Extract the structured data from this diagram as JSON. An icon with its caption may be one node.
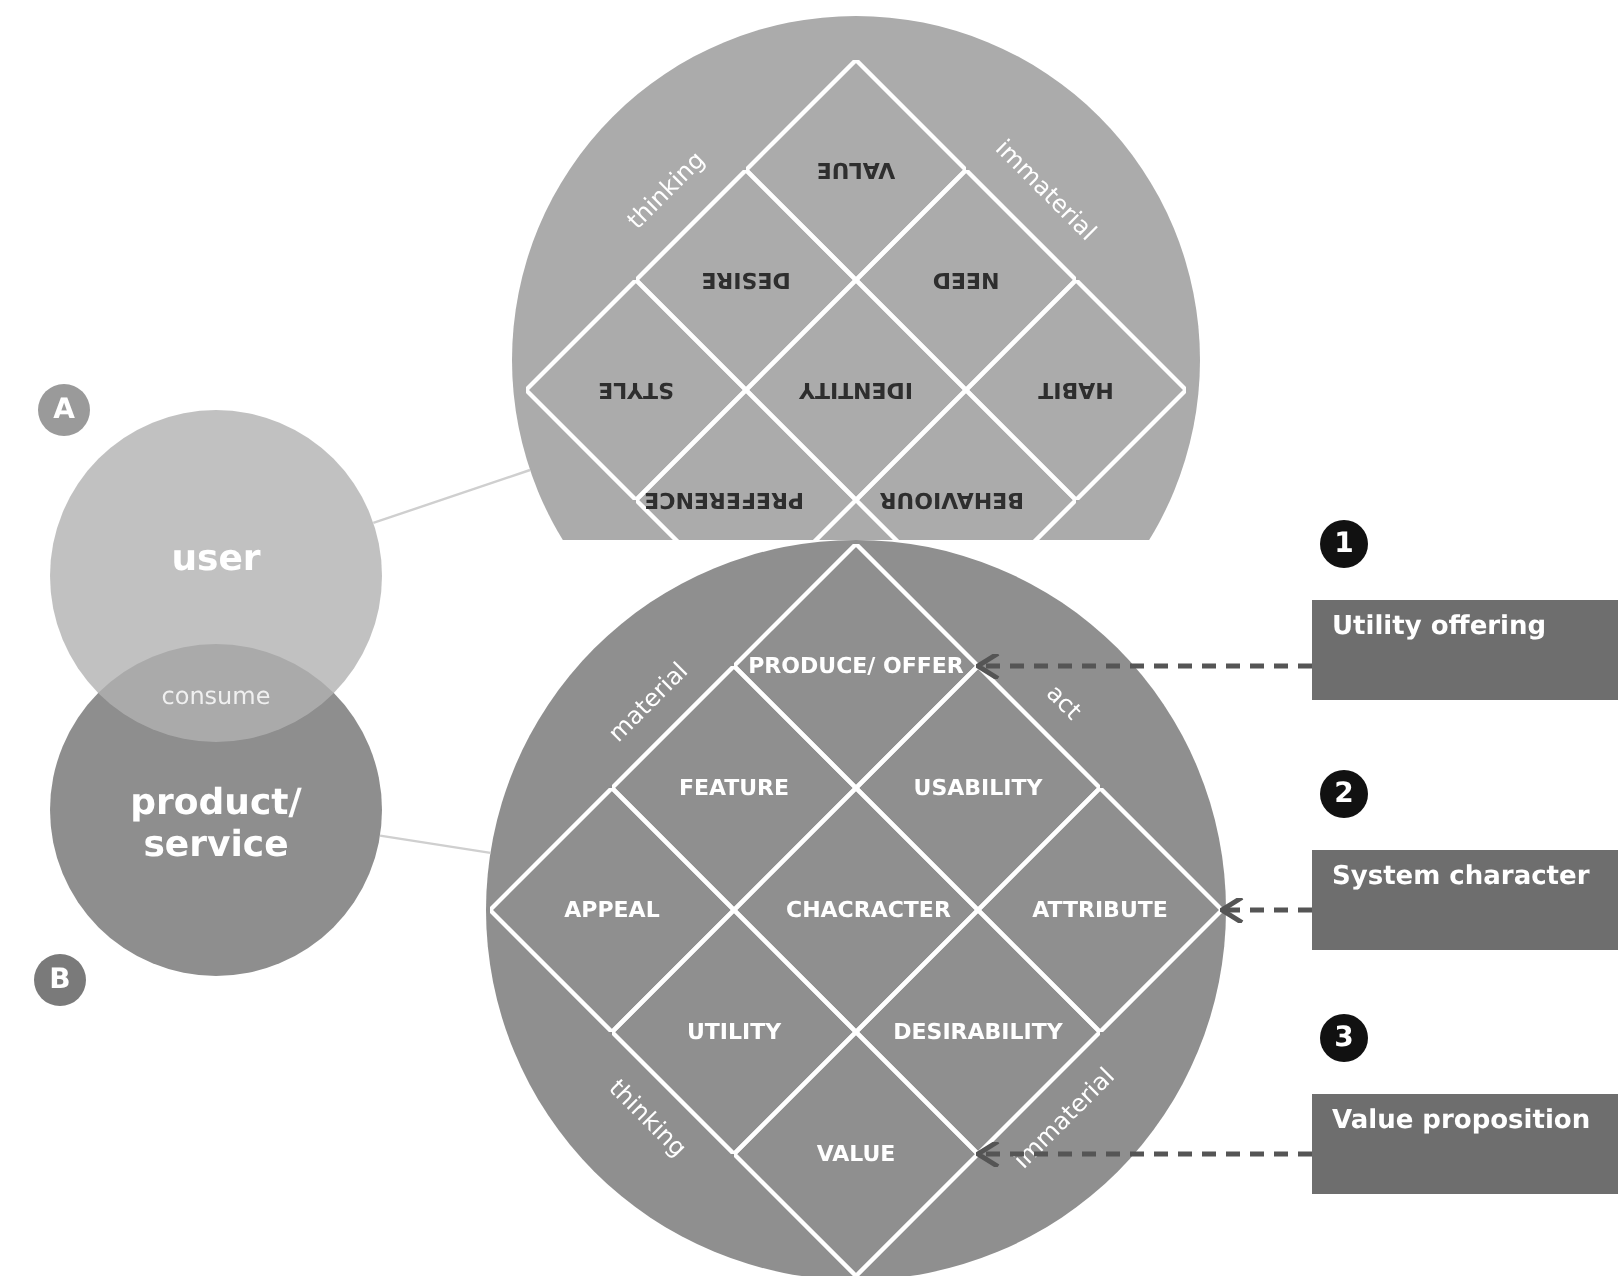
{
  "diagram": {
    "nodes": [
      {
        "text": [
          "A"
        ]
      },
      {
        "text": [],
        "shape": "circle"
      },
      {
        "text": [
          "VALUE"
        ],
        "in": 1
      },
      {
        "text": [
          "DESIRE"
        ],
        "in": 1
      },
      {
        "text": [
          "NEED"
        ],
        "in": 1
      },
      {
        "text": [
          "STYLE"
        ],
        "in": 1
      },
      {
        "text": [
          "IDENTITY"
        ],
        "in": 1
      },
      {
        "text": [
          "HABIT"
        ],
        "in": 1
      },
      {
        "text": [
          "PREFERENCE"
        ],
        "in": 1
      },
      {
        "text": [
          "BEHAVIOUR"
        ],
        "in": 1
      },
      {
        "text": [
          "user"
        ]
      },
      {
        "text": [
          "product/ service"
        ]
      },
      {
        "text": [
          "B"
        ]
      },
      {
        "text": [],
        "shape": "circle"
      },
      {
        "text": [
          "PRODUCE/ OFFER"
        ],
        "in": 13
      },
      {
        "text": [
          "FEATURE"
        ],
        "in": 13
      },
      {
        "text": [
          "USABILITY"
        ],
        "in": 13
      },
      {
        "text": [
          "APPEAL"
        ],
        "in": 13
      },
      {
        "text": [
          "CHACRACTER"
        ],
        "in": 13
      },
      {
        "text": [
          "ATTRIBUTE"
        ],
        "in": 13
      },
      {
        "text": [
          "UTILITY"
        ],
        "in": 13
      },
      {
        "text": [
          "DESIRABILITY"
        ],
        "in": 13
      },
      {
        "text": [
          "VALUE"
        ],
        "in": 13
      },
      {
        "text": [
          "1"
        ]
      },
      {
        "text": [
          "Utility offering"
        ]
      },
      {
        "text": [
          "2"
        ]
      },
      {
        "text": [
          "System character"
        ]
      },
      {
        "text": [
          "3"
        ]
      },
      {
        "text": [
          "Value proposition"
        ]
      }
    ],
    "edges": [
      {
        "from": 10,
        "to": 1,
        "arrow": "none",
        "color": "#cfcfcf"
      },
      {
        "from": 11,
        "to": 13,
        "arrow": "none",
        "color": "#cfcfcf"
      },
      {
        "from": 24,
        "to": 14,
        "arrow": "to",
        "style": "dashed"
      },
      {
        "from": 26,
        "to": 19,
        "arrow": "to",
        "style": "dashed"
      },
      {
        "from": 28,
        "to": 22,
        "arrow": "to",
        "style": "dashed"
      }
    ],
    "labels": [
      "thinking",
      "immaterial",
      "consume",
      "material",
      "act",
      "thinking",
      "immaterial"
    ]
  }
}
